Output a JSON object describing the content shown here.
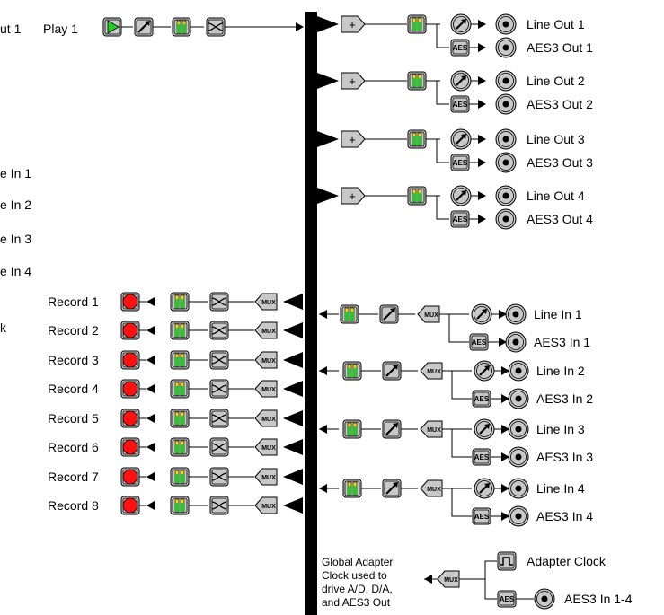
{
  "colors": {
    "background": "#ffffff",
    "block": "#c8c8c8",
    "meter_green": "#22cc22",
    "meter_yellow": "#f0d020",
    "record_red": "#ff1111",
    "play_green": "#22cc22"
  },
  "left_cut_labels": {
    "out": "ut 1",
    "in1": "e In 1",
    "in2": "e In 2",
    "in3": "e In 3",
    "in4": "e In 4",
    "k": "k"
  },
  "play": {
    "label": "Play 1"
  },
  "outputs": [
    {
      "line": "Line Out 1",
      "aes": "AES3 Out 1"
    },
    {
      "line": "Line Out 2",
      "aes": "AES3 Out 2"
    },
    {
      "line": "Line Out 3",
      "aes": "AES3 Out 3"
    },
    {
      "line": "Line Out 4",
      "aes": "AES3 Out 4"
    }
  ],
  "records": [
    "Record 1",
    "Record 2",
    "Record 3",
    "Record 4",
    "Record 5",
    "Record 6",
    "Record 7",
    "Record 8"
  ],
  "inputs": [
    {
      "line": "Line In 1",
      "aes": "AES3 In 1"
    },
    {
      "line": "Line In 2",
      "aes": "AES3 In 2"
    },
    {
      "line": "Line In 3",
      "aes": "AES3 In 3"
    },
    {
      "line": "Line In 4",
      "aes": "AES3 In 4"
    }
  ],
  "clock": {
    "note": [
      "Global Adapter",
      "Clock used to",
      "drive A/D, D/A,",
      "and AES3 Out"
    ],
    "adapter_clock": "Adapter Clock",
    "aes_in": "AES3 In 1-4"
  },
  "icons": {
    "play": "play-icon",
    "volume": "volume-knob-icon",
    "meter": "level-meter-icon",
    "crossfade": "crossfade-icon",
    "mixer": "mixer-plus-icon",
    "aes": "aes-port-icon",
    "port": "audio-port-icon",
    "record": "record-icon",
    "mux": "mux-icon",
    "clock": "clock-square-wave-icon"
  },
  "glyphs": {
    "mixer_plus": "+",
    "mux": "MUX",
    "aes": "AES"
  }
}
